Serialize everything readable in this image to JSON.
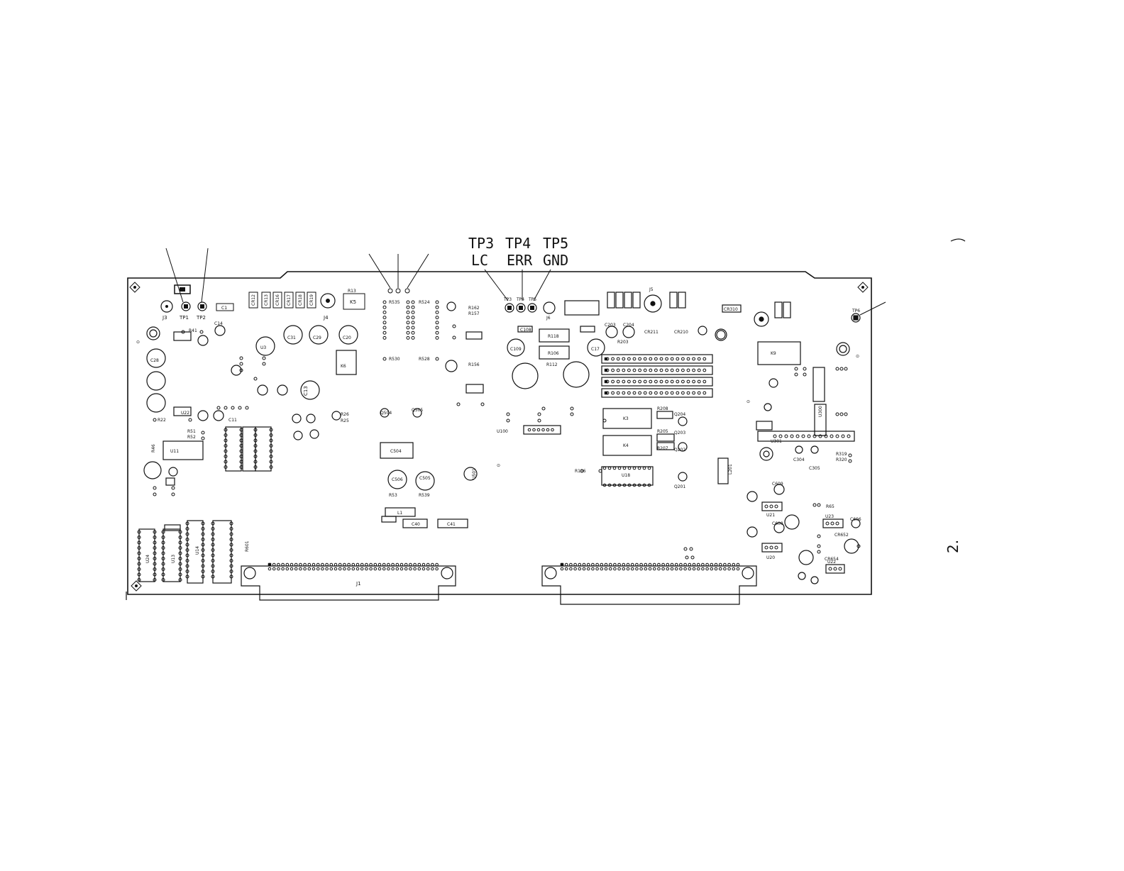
{
  "callouts": [
    {
      "id": "TP3",
      "signal": "LC"
    },
    {
      "id": "TP4",
      "signal": "ERR"
    },
    {
      "id": "TP5",
      "signal": "GND"
    }
  ],
  "page_mark": "2.",
  "labels": {
    "j1": "J1",
    "j3": "J3",
    "j4": "J4",
    "j5": "J5",
    "j6": "J6",
    "tp1": "TP1",
    "tp2": "TP2",
    "tp3": "TP3",
    "tp4": "TP4",
    "tp5": "TP5",
    "tp6": "TP6",
    "k3": "K3",
    "k4": "K4",
    "k5": "K5",
    "k6": "K6",
    "k9": "K9",
    "u3": "U3",
    "u11": "U11",
    "u13": "U13",
    "u14": "U14",
    "u18": "U18",
    "u20": "U20",
    "u21": "U21",
    "u22": "U22",
    "u23": "U23",
    "u24": "U24",
    "u100": "U100",
    "u300": "U300",
    "u301": "U301",
    "u501": "U501",
    "c1": "C1",
    "c11": "C11",
    "c13": "C13",
    "c14": "C14",
    "c17": "C17",
    "c20": "C20",
    "c28": "C28",
    "c29": "C29",
    "c31": "C31",
    "c40": "C40",
    "c41": "C41",
    "c108": "C108",
    "c109": "C109",
    "c203": "C203",
    "c204": "C204",
    "c304": "C304",
    "c305": "C305",
    "c504": "C504",
    "c505": "C505",
    "c506": "C506",
    "c606": "C606",
    "c608": "C608",
    "c609": "C609",
    "r13": "R13",
    "r22": "R22",
    "r25": "R25",
    "r26": "R26",
    "r41": "R41",
    "r46": "R46",
    "r51": "R51",
    "r52": "R52",
    "r53": "R53",
    "r65": "R65",
    "r106": "R106",
    "r112": "R112",
    "r116": "R116",
    "r118": "R118",
    "r156": "R156",
    "r157": "R157",
    "r162": "R162",
    "r203": "R203",
    "r205": "R205",
    "r207": "R207",
    "r208": "R208",
    "r319": "R319",
    "r320": "R320",
    "r524": "R524",
    "r528": "R528",
    "r530": "R530",
    "r535": "R535",
    "r539": "R539",
    "r601": "R601",
    "q201": "Q201",
    "q202": "Q202",
    "q203": "Q203",
    "q204": "Q204",
    "q504": "Q504",
    "q505": "Q505",
    "l1": "L1",
    "l201": "L201",
    "cr12": "CR12",
    "cr13": "CR13",
    "cr16": "CR16",
    "cr17": "CR17",
    "cr18": "CR18",
    "cr19": "CR19",
    "cr211": "CR211",
    "cr210": "CR210",
    "cr310": "CR310",
    "cr652": "CR652",
    "cr654": "CR654"
  }
}
